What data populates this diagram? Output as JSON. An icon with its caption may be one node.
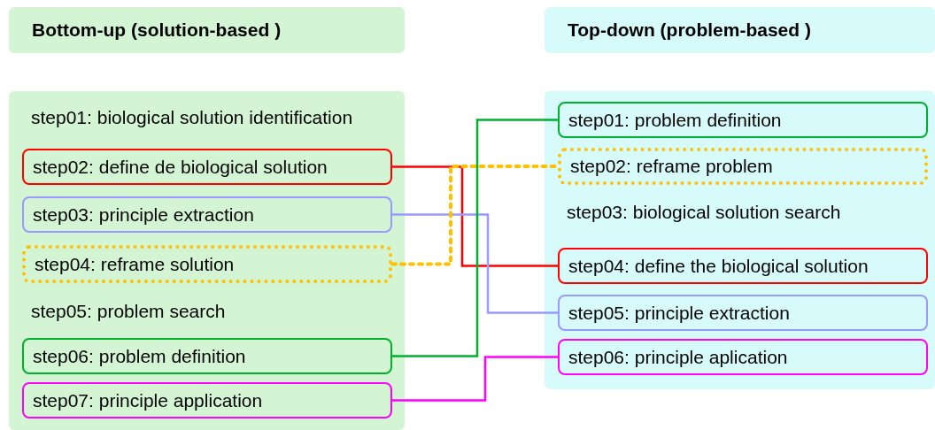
{
  "diagram": {
    "nodes": [
      {
        "text": [
          "Bottom-up (solution-based )"
        ]
      },
      {
        "text": [
          "Top-down (problem-based )"
        ]
      },
      {
        "text": [],
        "shape": "box"
      },
      {
        "text": [
          "step01: biological solution identification"
        ],
        "in": 2
      },
      {
        "text": [
          "step02: define de biological solution"
        ],
        "in": 2
      },
      {
        "text": [
          "step03: principle extraction"
        ],
        "in": 2
      },
      {
        "text": [
          "step04: reframe solution"
        ],
        "in": 2
      },
      {
        "text": [
          "step05: problem search"
        ],
        "in": 2
      },
      {
        "text": [
          "step06: problem definition"
        ],
        "in": 2
      },
      {
        "text": [
          "step07: principle application"
        ],
        "in": 2
      },
      {
        "text": [],
        "shape": "box"
      },
      {
        "text": [
          "step01: problem definition"
        ],
        "in": 10
      },
      {
        "text": [
          "step02: reframe problem"
        ],
        "in": 10
      },
      {
        "text": [
          "step03: biological solution search"
        ],
        "in": 10
      },
      {
        "text": [
          "step04: define the biological solution"
        ],
        "in": 10
      },
      {
        "text": [
          "step05: principle extraction"
        ],
        "in": 10
      },
      {
        "text": [
          "step06: principle aplication"
        ],
        "in": 10
      }
    ],
    "edges": [
      {
        "from": 4,
        "to": 14,
        "arrow": "none",
        "color": "#ff0000"
      },
      {
        "from": 5,
        "to": 15,
        "arrow": "none",
        "color": "#9999ff"
      },
      {
        "from": 6,
        "to": 12,
        "arrow": "none",
        "style": "dashed",
        "color": "#ffc000"
      },
      {
        "from": 8,
        "to": 11,
        "arrow": "none",
        "color": "#00b030"
      },
      {
        "from": 9,
        "to": 16,
        "arrow": "none",
        "color": "#ff00ff"
      }
    ]
  }
}
